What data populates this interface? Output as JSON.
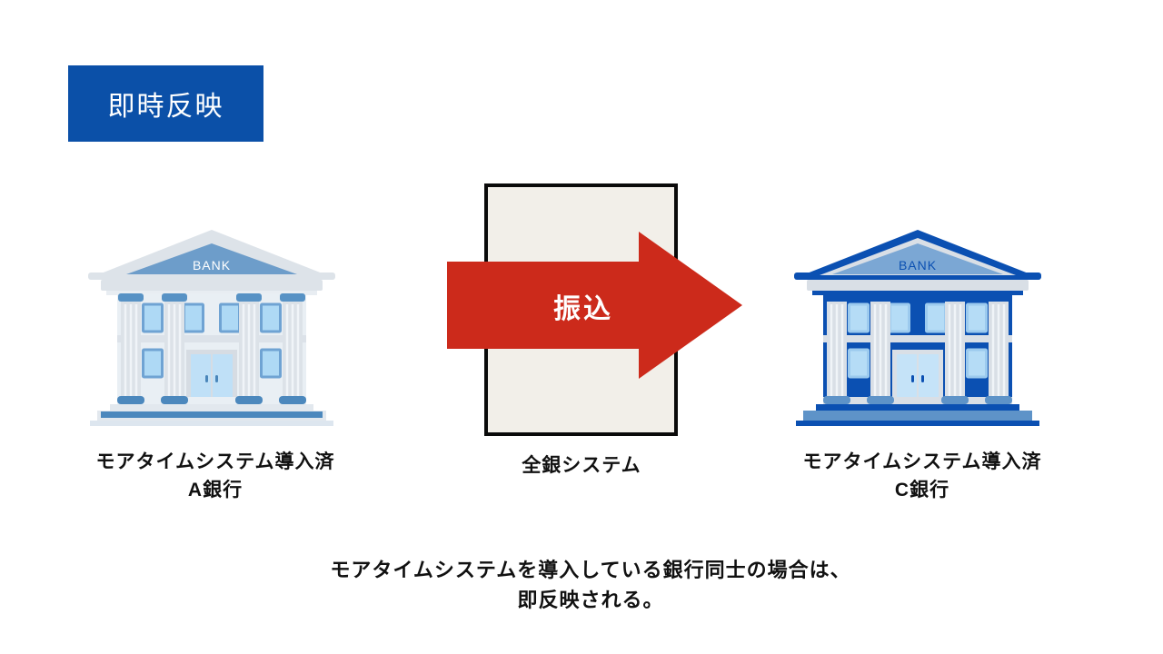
{
  "badge": {
    "label": "即時反映",
    "bg_color": "#0B50A8",
    "text_color": "#FFFFFF"
  },
  "flow": {
    "arrow_label": "振込",
    "arrow_color": "#CC2A1B",
    "direction": "left-to-right",
    "center_box": {
      "label": "全銀システム",
      "bg_color": "#F2EFE9",
      "border_color": "#0A0A0A"
    }
  },
  "banks": [
    {
      "building_sign": "BANK",
      "label_line1": "モアタイムシステム導入済",
      "label_line2": "A銀行",
      "theme": "light",
      "theme_color": "#6D9DCA"
    },
    {
      "building_sign": "BANK",
      "label_line1": "モアタイムシステム導入済",
      "label_line2": "C銀行",
      "theme": "dark",
      "theme_color": "#0B50B2"
    }
  ],
  "caption": {
    "line1": "モアタイムシステムを導入している銀行同士の場合は、",
    "line2": "即反映される。"
  }
}
